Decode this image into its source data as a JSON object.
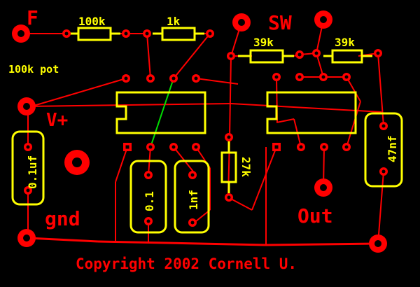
{
  "labels": {
    "f": "F",
    "sw": "SW",
    "r1": "100k",
    "r2": "1k",
    "r3": "39k",
    "r4": "39k",
    "pot": "100k pot",
    "vplus": "V+",
    "c1": "0.1uf",
    "c2": "0.1",
    "c3": "1nf",
    "r5": "27k",
    "c4": "47nf",
    "gnd": "gnd",
    "out": "Out",
    "copyright": "Copyright 2002 Cornell U."
  },
  "colors": {
    "background": "#000000",
    "copper": "#ff0000",
    "silkscreen": "#ffff00",
    "jumper": "#00dd00"
  }
}
